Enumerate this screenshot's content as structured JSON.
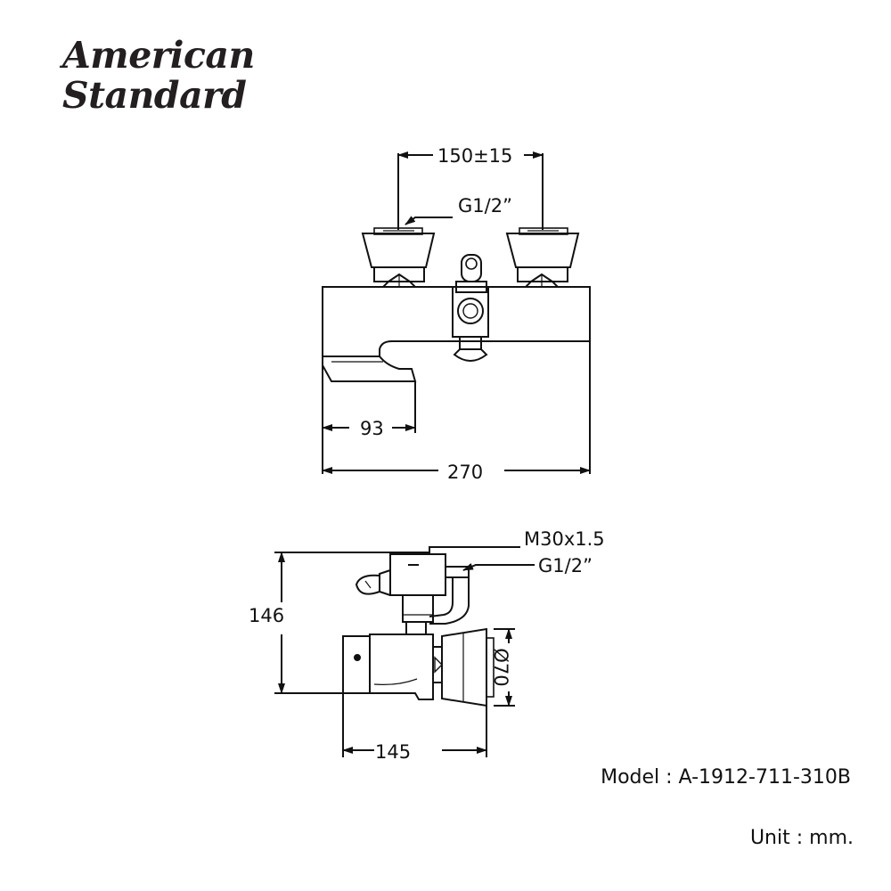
{
  "brand": {
    "line1": "American",
    "line2": "Standard"
  },
  "front_view": {
    "spacing": "150±15",
    "inlet": "G1/2”",
    "spout_depth": "93",
    "overall_width": "270"
  },
  "side_view": {
    "outlet_thread": "M30x1.5",
    "inlet": "G1/2”",
    "height": "146",
    "depth": "145",
    "diameter": "Ø70"
  },
  "model": "Model : A-1912-711-310B",
  "unit": "Unit : mm."
}
